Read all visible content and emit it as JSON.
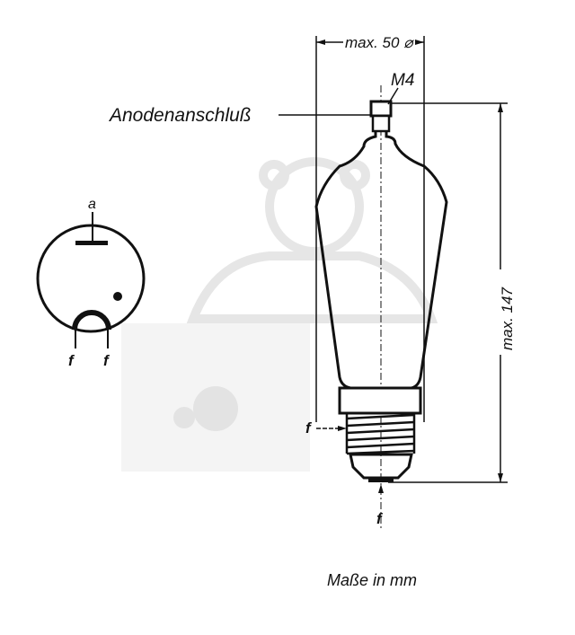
{
  "diagram": {
    "labels": {
      "width_dim": "max. 50 ⌀",
      "thread": "M4",
      "anode_connection": "Anodenanschluß",
      "height_dim": "max. 147",
      "units_note": "Maße in mm"
    },
    "symbol": {
      "anode": "a",
      "filament_left": "f",
      "filament_right": "f"
    },
    "base": {
      "side_contact": "f",
      "bottom_contact": "f"
    }
  }
}
